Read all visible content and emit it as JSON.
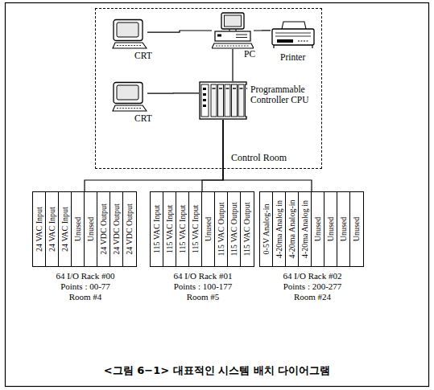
{
  "diagram": {
    "caption": "<그림 6−1> 대표적인 시스템 배치 다이어그램",
    "nodes": [
      {
        "text": [
          "Control Room"
        ]
      },
      {
        "text": [
          "CRT"
        ],
        "in": 0
      },
      {
        "text": [
          "PC"
        ],
        "in": 0
      },
      {
        "text": [
          "Printer"
        ],
        "in": 0
      },
      {
        "text": [
          "CRT"
        ],
        "in": 0
      },
      {
        "text": [
          "Programmable Controller CPU"
        ],
        "in": 0
      },
      {
        "text": [
          "64 I/O Rack #00",
          "Points : 00-77",
          "Room #4"
        ]
      },
      {
        "text": [
          "24 VAC Input"
        ],
        "in": 6
      },
      {
        "text": [
          "24 VAC Input"
        ],
        "in": 6
      },
      {
        "text": [
          "24 VAC Input"
        ],
        "in": 6
      },
      {
        "text": [
          "Unused"
        ],
        "in": 6
      },
      {
        "text": [
          "Unused"
        ],
        "in": 6
      },
      {
        "text": [
          "24 VDC Output"
        ],
        "in": 6
      },
      {
        "text": [
          "24 VDC Output"
        ],
        "in": 6
      },
      {
        "text": [
          "24 VDC Output"
        ],
        "in": 6
      },
      {
        "text": [
          "64 I/O Rack #01",
          "Points : 100-177",
          "Room #5"
        ]
      },
      {
        "text": [
          "115 VAC Input"
        ],
        "in": 15
      },
      {
        "text": [
          "115 VAC Input"
        ],
        "in": 15
      },
      {
        "text": [
          "115 VAC Input"
        ],
        "in": 15
      },
      {
        "text": [
          "115 VAC Input"
        ],
        "in": 15
      },
      {
        "text": [
          "Unused"
        ],
        "in": 15
      },
      {
        "text": [
          "115 VAC Output"
        ],
        "in": 15
      },
      {
        "text": [
          "115 VAC Output"
        ],
        "in": 15
      },
      {
        "text": [
          "115 VAC Output"
        ],
        "in": 15
      },
      {
        "text": [
          "64 I/O Rack #02",
          "Points : 200-277",
          "Room #24"
        ]
      },
      {
        "text": [
          "0-5V Analog-in"
        ],
        "in": 24
      },
      {
        "text": [
          "4-20ma Analog in"
        ],
        "in": 24
      },
      {
        "text": [
          "4-20ma Analog-in"
        ],
        "in": 24
      },
      {
        "text": [
          "4-20ma Analog in"
        ],
        "in": 24
      },
      {
        "text": [
          "Unused"
        ],
        "in": 24
      },
      {
        "text": [
          "Unused"
        ],
        "in": 24
      },
      {
        "text": [
          "Unused"
        ],
        "in": 24
      },
      {
        "text": [
          "Unused"
        ],
        "in": 24
      }
    ],
    "edges": [
      {
        "from": 1,
        "to": 2,
        "arrow": "none"
      },
      {
        "from": 2,
        "to": 3,
        "arrow": "none"
      },
      {
        "from": 2,
        "to": 5,
        "arrow": "none"
      },
      {
        "from": 4,
        "to": 5,
        "arrow": "none"
      },
      {
        "from": 5,
        "to": 6,
        "arrow": "none"
      },
      {
        "from": 5,
        "to": 15,
        "arrow": "none"
      },
      {
        "from": 5,
        "to": 24,
        "arrow": "none"
      }
    ]
  }
}
